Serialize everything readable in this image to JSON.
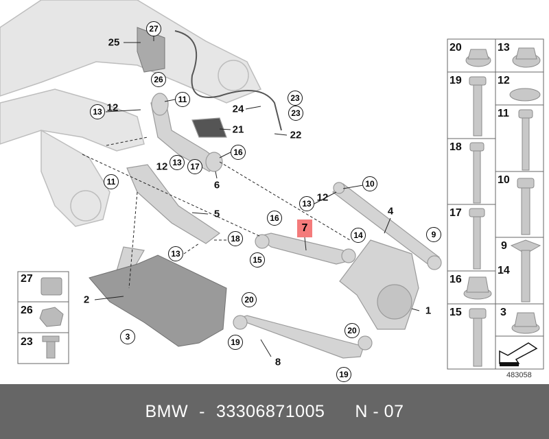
{
  "diagram": {
    "callouts_main": [
      "27",
      "25",
      "26",
      "11",
      "13",
      "12",
      "23",
      "23",
      "24",
      "21",
      "22",
      "16",
      "17",
      "13",
      "12",
      "6",
      "11",
      "5",
      "10",
      "12",
      "13",
      "4",
      "16",
      "7",
      "14",
      "9",
      "15",
      "18",
      "13",
      "1",
      "2",
      "3",
      "20",
      "20",
      "19",
      "8",
      "19"
    ],
    "left_panel": [
      "27",
      "26",
      "23"
    ],
    "right_panel_left": [
      "20",
      "19",
      "18",
      "17",
      "16",
      "15"
    ],
    "right_panel_right": [
      "13",
      "12",
      "11",
      "10",
      "9",
      "14",
      "3"
    ],
    "highlighted_part": "7",
    "diagram_code": "483058",
    "highlight_color": "#f47b7b"
  },
  "footer": {
    "brand": "BMW",
    "separator": "-",
    "part_number": "33306871005",
    "position_label": "N - 07"
  }
}
